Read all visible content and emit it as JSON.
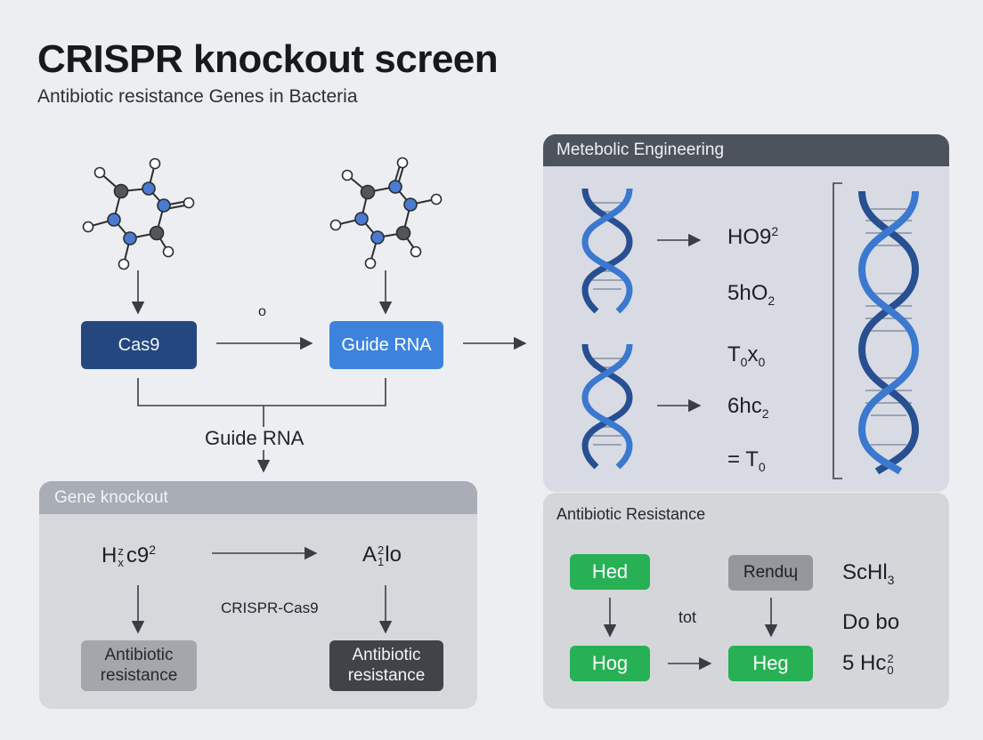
{
  "header": {
    "title": "CRISPR knockout screen",
    "subtitle": "Antibiotic resistance Genes in Bacteria"
  },
  "top_flow": {
    "cas9": "Cas9",
    "guide_rna": "Guide RNA",
    "small_label": "o",
    "merge_label": "Guide RNA"
  },
  "gene_knockout": {
    "title": "Gene knockout",
    "formula_left": {
      "base": "H",
      "sup": "z",
      "sub": "x",
      "rest": "c9",
      "rest_sup": "2"
    },
    "formula_right": {
      "base": "A",
      "sup": "2",
      "sub": "1",
      "rest": "lo"
    },
    "middle_label": "CRISPR-Cas9",
    "box_left": "Antibiotic resistance",
    "box_right": "Antibiotic resistance"
  },
  "metabolic": {
    "title": "Metebolic Engineering",
    "formulas": [
      {
        "base": "HO9",
        "sup": "2"
      },
      {
        "base": "5hO",
        "sub": "2"
      },
      {
        "base": "T",
        "sub": "0",
        "mid": "x",
        "sub2": "0"
      },
      {
        "base": "6hc",
        "sub": "2"
      },
      {
        "base": "= T",
        "sub": "0"
      }
    ]
  },
  "antibiotic": {
    "title": "Antibiotic Resistance",
    "hed": "Hed",
    "hog": "Hog",
    "heg": "Heg",
    "rend": "Rendɰ",
    "tot": "tot",
    "right_formulas": [
      {
        "base": "ScHl",
        "sub": "3"
      },
      {
        "base": "Do bo"
      },
      {
        "base": "5 Hc",
        "sup": "2",
        "sub": "0"
      }
    ]
  },
  "colors": {
    "cas9": "#24477f",
    "guide_rna": "#3d83de",
    "dna_blue": "#3b78cf",
    "dna_dark": "#274f91",
    "green": "#27b154",
    "atom_blue": "#4a7bd0",
    "atom_gray": "#555555"
  }
}
